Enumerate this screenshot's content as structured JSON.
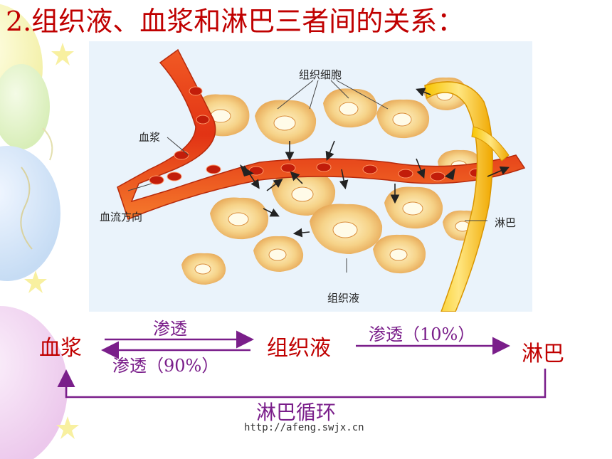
{
  "title": "2.组织液、血浆和淋巴三者间的关系：",
  "figure": {
    "labels": {
      "tissue_cells": "组织细胞",
      "plasma": "血浆",
      "blood_flow_direction": "血流方向",
      "lymph": "淋巴",
      "tissue_fluid": "组织液"
    }
  },
  "relations": {
    "nodes": {
      "plasma": "血浆",
      "tissue_fluid": "组织液",
      "lymph": "淋巴"
    },
    "edges": {
      "plasma_to_tissue": "渗透",
      "tissue_to_plasma": "渗透（90%）",
      "tissue_to_lymph": "渗透（10%）",
      "lymph_cycle": "淋巴循环"
    }
  },
  "url": "http://afeng.swjx.cn",
  "colors": {
    "title": "#c00000",
    "arrows": "#7a1e8a",
    "blood": "#e83a12",
    "lymph_vessel": "#f5b800",
    "diagram_bg": "#eaf3fb"
  }
}
